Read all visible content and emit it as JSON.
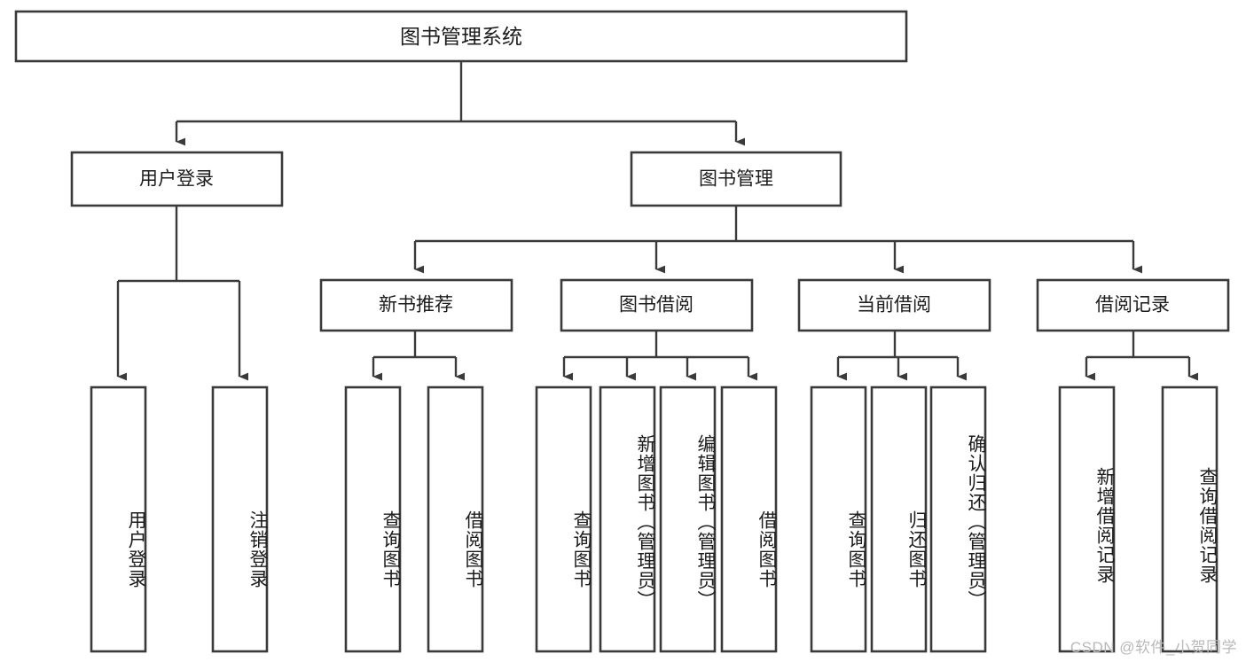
{
  "diagram": {
    "title": "图书管理系统",
    "type": "tree-hierarchy-diagram",
    "root": {
      "id": "root",
      "label": "图书管理系统"
    },
    "level1": [
      {
        "id": "user-login",
        "label": "用户登录"
      },
      {
        "id": "book-management",
        "label": "图书管理"
      }
    ],
    "level2": [
      {
        "id": "new-book-recommend",
        "label": "新书推荐",
        "parent": "book-management"
      },
      {
        "id": "book-borrow",
        "label": "图书借阅",
        "parent": "book-management"
      },
      {
        "id": "current-borrow",
        "label": "当前借阅",
        "parent": "book-management"
      },
      {
        "id": "borrow-record",
        "label": "借阅记录",
        "parent": "book-management"
      }
    ],
    "leaves": {
      "user_login": [
        {
          "id": "leaf-user-login",
          "label": "用户登录"
        },
        {
          "id": "leaf-logout-login",
          "label": "注销登录"
        }
      ],
      "new_book_recommend": [
        {
          "id": "leaf-query-book-1",
          "label": "查询图书"
        },
        {
          "id": "leaf-borrow-book-1",
          "label": "借阅图书"
        }
      ],
      "book_borrow": [
        {
          "id": "leaf-query-book-2",
          "label": "查询图书"
        },
        {
          "id": "leaf-add-book",
          "label": "新增图书（管理员）"
        },
        {
          "id": "leaf-edit-book",
          "label": "编辑图书（管理员）"
        },
        {
          "id": "leaf-borrow-book-2",
          "label": "借阅图书"
        }
      ],
      "current_borrow": [
        {
          "id": "leaf-query-book-3",
          "label": "查询图书"
        },
        {
          "id": "leaf-return-book",
          "label": "归还图书"
        },
        {
          "id": "leaf-confirm-return",
          "label": "确认归还（管理员）"
        }
      ],
      "borrow_record": [
        {
          "id": "leaf-add-record",
          "label": "新增借阅记录"
        },
        {
          "id": "leaf-query-record",
          "label": "查询借阅记录"
        }
      ]
    }
  },
  "watermark": {
    "text": "CSDN @软件_小贺同学"
  },
  "colors": {
    "stroke": "#3a3a3a",
    "box_fill": "#ffffff",
    "text": "#1c1c1c",
    "watermark": "#b9b9b9",
    "background": "#ffffff"
  }
}
